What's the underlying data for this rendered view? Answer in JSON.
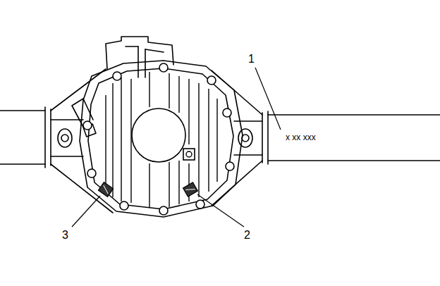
{
  "diagram": {
    "labels": [
      "x xx xxx",
      "1",
      "2",
      "3"
    ]
  }
}
